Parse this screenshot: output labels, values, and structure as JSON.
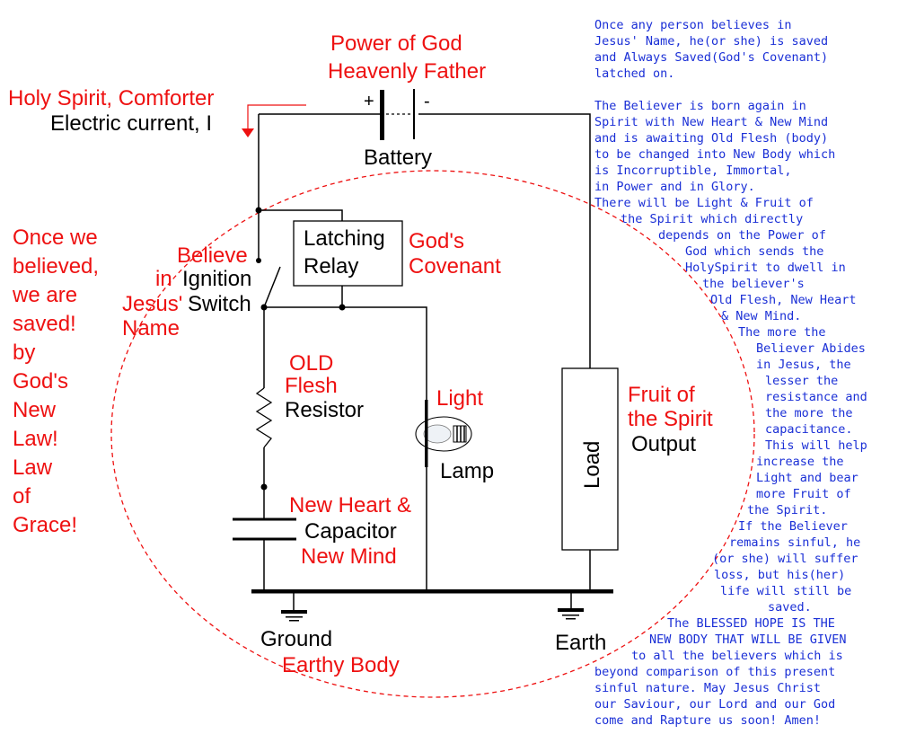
{
  "colors": {
    "red": "#ee1111",
    "blue": "#1a2fd6",
    "black": "#000000"
  },
  "labels": {
    "power_of_god": "Power of God",
    "heavenly_father": "Heavenly Father",
    "holy_spirit": "Holy Spirit, Comforter",
    "electric_current": "Electric current, I",
    "plus": "+",
    "minus": "-",
    "battery": "Battery",
    "latching": "Latching",
    "relay": "Relay",
    "gods": "God's",
    "covenant": "Covenant",
    "believe": "Believe",
    "in": "in",
    "ignition": "Ignition",
    "jesus": "Jesus'",
    "switch": "Switch",
    "name": "Name",
    "old": "OLD",
    "flesh": "Flesh",
    "resistor": "Resistor",
    "light": "Light",
    "lamp": "Lamp",
    "fruit_of": "Fruit of",
    "the_spirit": "the Spirit",
    "output": "Output",
    "load": "Load",
    "new_heart": "New Heart &",
    "capacitor": "Capacitor",
    "new_mind": "New Mind",
    "ground": "Ground",
    "earthy_body": "Earthy Body",
    "earth": "Earth"
  },
  "left_text": [
    "Once we",
    "believed,",
    "we are",
    "saved!",
    "by",
    "God's",
    "New",
    "Law!",
    "Law",
    "of",
    "Grace!"
  ],
  "right_text": [
    "Once any person believes in",
    "Jesus' Name, he(or she) is saved",
    "and Always Saved(God's Covenant)",
    "latched on.",
    "",
    "The Believer is born again in",
    "Spirit with New Heart & New Mind",
    "and is awaiting Old Flesh (body)",
    "to be changed into New Body which",
    "is Incorruptible, Immortal,",
    "in Power and in Glory.",
    "There will be Light & Fruit of",
    "the Spirit which directly",
    "depends on the Power of",
    "God which sends the",
    "HolySpirit to dwell in",
    "the believer's",
    "Old Flesh, New Heart",
    "& New Mind.",
    "The more the",
    "Believer Abides",
    "in Jesus, the",
    "lesser the",
    "resistance and",
    "the more the",
    "capacitance.",
    "This will help",
    "increase the",
    "Light and bear",
    "more Fruit of",
    "the Spirit.",
    "If the Believer",
    "remains sinful, he",
    "(or she) will suffer",
    "loss, but his(her)",
    "life will still be",
    "saved.",
    "The BLESSED HOPE IS THE",
    "NEW BODY THAT WILL BE GIVEN",
    "to all the believers which is",
    "beyond comparison of this present",
    "sinful nature.  May Jesus Christ",
    "our Saviour, our Lord and our God",
    "come and Rapture us soon! Amen!"
  ]
}
